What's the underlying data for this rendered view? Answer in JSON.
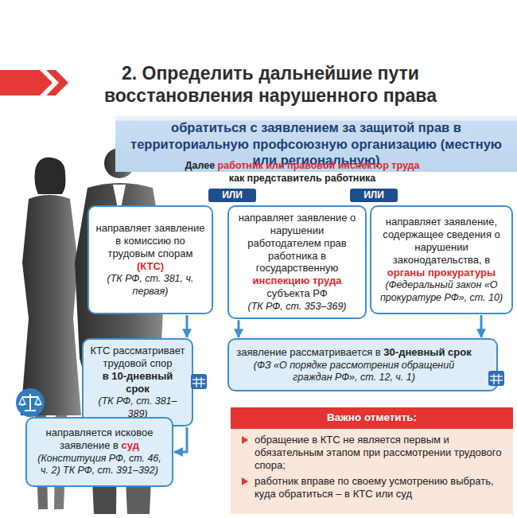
{
  "diagram": {
    "title": "2. Определить дальнейшие пути восстановления нарушенного права",
    "nodes": [
      {
        "text": [
          "обратиться с заявлением за защитой прав в территориальную профсоюзную организацию (местную или региональную)"
        ]
      },
      {
        "text": [
          "направляет заявление в комиссию по трудовым спорам",
          "(КТС)",
          "(ТК РФ, ст. 381, ч. первая)"
        ]
      },
      {
        "text": [
          "направляет заявление о нарушении работодателем прав работника в государственную",
          "инспекцию труда",
          "субъекта РФ",
          "(ТК РФ, ст. 353–369)"
        ]
      },
      {
        "text": [
          "направляет заявление, содержащее сведения о нарушении законодательства, в",
          "органы прокуратуры",
          "(Федеральный закон «О прокуратуре РФ», ст. 10)"
        ]
      },
      {
        "text": [
          "КТС рассматривает трудовой спор",
          "в 10-дневный срок",
          "(ТК РФ, ст. 381–389)"
        ]
      },
      {
        "text": [
          "заявление рассматривается в",
          "30-дневный срок",
          "(ФЗ «О порядке рассмотрения обращений граждан РФ», ст. 12, ч. 1)"
        ]
      },
      {
        "text": [
          "направляется исковое заявление в",
          "суд",
          "(Конституция РФ, ст. 46, ч. 2) ТК РФ, ст. 391–392)"
        ]
      },
      {
        "text": [
          "Важно отметить:",
          "обращение в КТС не является первым и обязательным этапом при рассмотрении трудового спора;",
          "работник вправе по своему усмотрению выбрать, куда обратиться – в КТС или суд"
        ]
      }
    ],
    "edges": [
      {
        "from": 1,
        "to": 4,
        "arrow": "to"
      },
      {
        "from": 4,
        "to": 6,
        "arrow": "to"
      },
      {
        "from": 2,
        "to": 5,
        "arrow": "to"
      },
      {
        "from": 3,
        "to": 5,
        "arrow": "to"
      }
    ],
    "labels": [
      "Далее",
      "работник или правовой инспектор труда",
      "как представитель работника",
      "ИЛИ",
      "ИЛИ"
    ]
  }
}
